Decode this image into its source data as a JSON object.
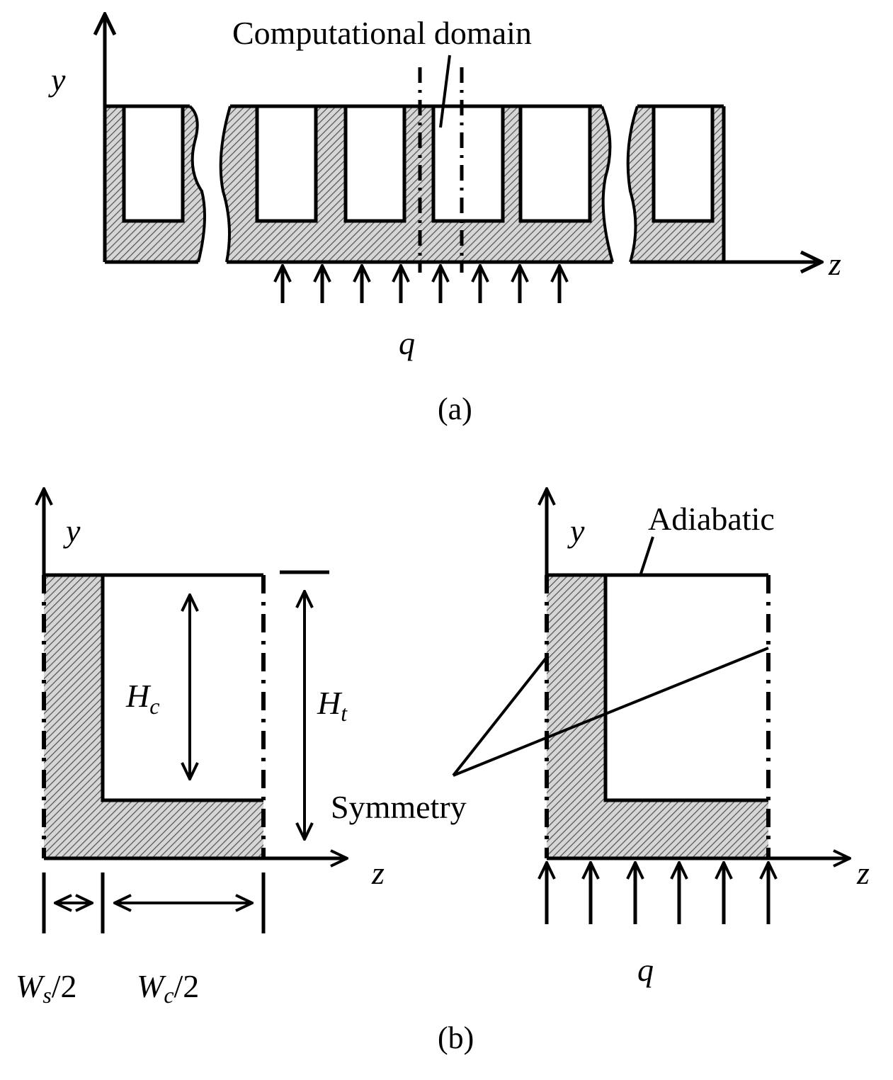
{
  "panel_a": {
    "domain_label": "Computational domain",
    "y_axis": "y",
    "z_axis": "z",
    "heat_flux": "q",
    "caption": "(a)"
  },
  "panel_b": {
    "left": {
      "y_axis": "y",
      "z_axis": "z",
      "Hc": {
        "main": "H",
        "sub": "c"
      },
      "Ht": {
        "main": "H",
        "sub": "t"
      },
      "Ws": {
        "main": "W",
        "sub": "s",
        "rest": "/2"
      },
      "Wc": {
        "main": "W",
        "sub": "c",
        "rest": "/2"
      }
    },
    "right": {
      "y_axis": "y",
      "z_axis": "z",
      "adiabatic_label": "Adiabatic",
      "symmetry_label": "Symmetry",
      "heat_flux": "q"
    },
    "caption": "(b)"
  }
}
